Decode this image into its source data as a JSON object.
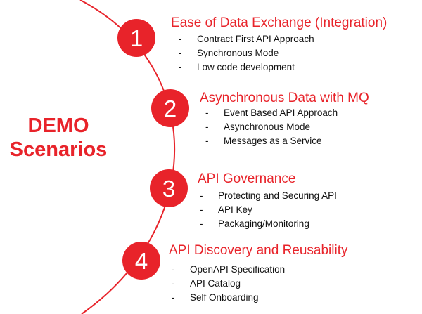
{
  "title_lines": [
    "DEMO",
    "Scenarios"
  ],
  "steps": [
    {
      "number": "1",
      "title": "Ease of Data Exchange (Integration)",
      "items": [
        "Contract First API Approach",
        "Synchronous Mode",
        "Low code development"
      ]
    },
    {
      "number": "2",
      "title": "Asynchronous Data with MQ",
      "items": [
        "Event Based API Approach",
        "Asynchronous Mode",
        "Messages as a Service"
      ]
    },
    {
      "number": "3",
      "title": "API Governance",
      "items": [
        "Protecting and Securing API",
        "API Key",
        "Packaging/Monitoring"
      ]
    },
    {
      "number": "4",
      "title": "API Discovery and Reusability",
      "items": [
        "OpenAPI Specification",
        "API Catalog",
        "Self Onboarding"
      ]
    }
  ],
  "colors": {
    "accent": "#e8232a",
    "text": "#111111",
    "background": "#ffffff"
  }
}
